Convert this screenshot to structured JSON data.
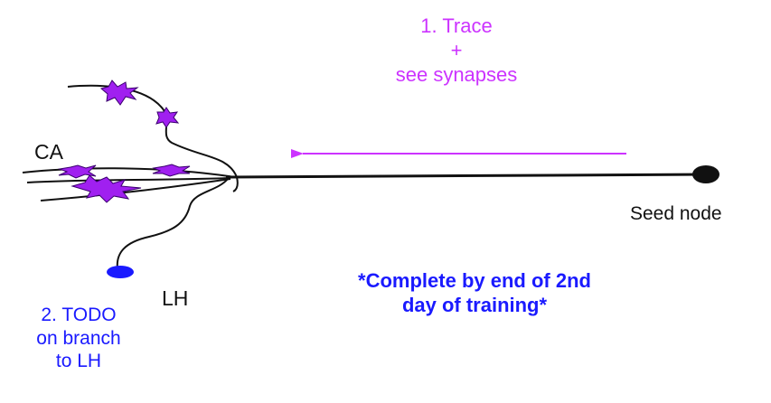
{
  "diagram": {
    "colors": {
      "trace": "#cc33ff",
      "todo": "#1a1aff",
      "neurite": "#111111",
      "synapse_fill": "#a020f0",
      "synapse_stroke": "#3a006e"
    },
    "step1": {
      "lines": [
        "1. Trace",
        "+",
        "see synapses"
      ]
    },
    "ca_label": "CA",
    "seed_label": "Seed node",
    "lh_label": "LH",
    "step2": {
      "lines": [
        "2. TODO",
        "on branch",
        "to LH"
      ]
    },
    "deadline": {
      "lines": [
        "*Complete by end of 2nd",
        "day of training*"
      ]
    }
  }
}
